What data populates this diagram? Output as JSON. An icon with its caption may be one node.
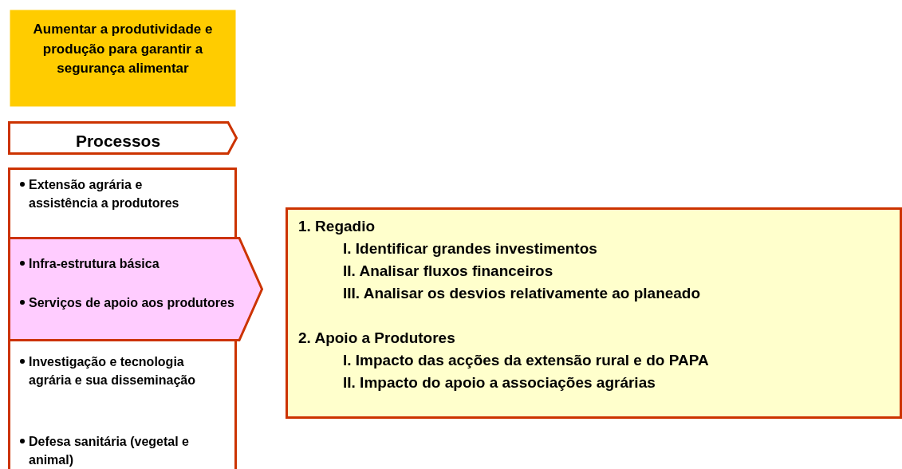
{
  "diagram": {
    "nodes": [
      {
        "text": [
          "Aumentar a produtividade e produção para garantir a segurança alimentar"
        ]
      },
      {
        "text": [
          "Processos"
        ]
      },
      {
        "text": [
          "Extensão agrária e assistência a produtores",
          "Investigação e tecnologia agrária e sua disseminação",
          "Defesa sanitária (vegetal e animal)"
        ]
      },
      {
        "text": [
          "Infra-estrutura básica",
          "Serviços de apoio aos produtores"
        ]
      },
      {
        "text": [
          "1. Regadio",
          "I. Identificar grandes investimentos",
          "II. Analisar fluxos financeiros",
          "III. Analisar os desvios relativamente ao planeado",
          "2. Apoio a Produtores",
          "I. Impacto das acções da extensão rural e do PAPA",
          "II. Impacto do apoio a associações agrárias"
        ]
      }
    ]
  }
}
